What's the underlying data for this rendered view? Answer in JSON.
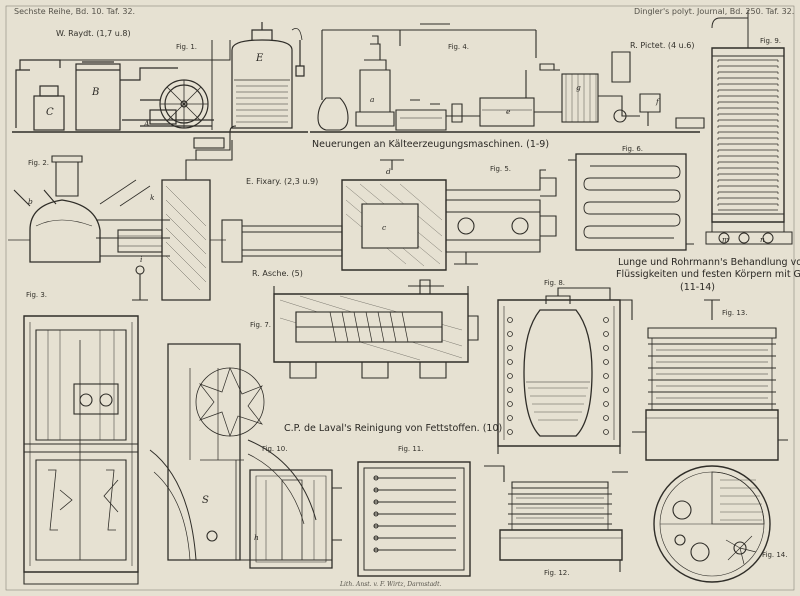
{
  "header": {
    "left": "Sechste Reihe, Bd. 10. Taf. 32.",
    "right": "Dingler's polyt. Journal, Bd. 250. Taf. 32."
  },
  "titles": {
    "main": "Neuerungen an Kälteerzeugungsmaschinen. (1-9)",
    "lunge_line1": "Lunge und Rohrmann's Behandlung von",
    "lunge_line2": "Flüssigkeiten und festen Körpern mit Gasen.",
    "lunge_range": "(11-14)",
    "laval": "C.P. de Laval's Reinigung von Fettstoffen. (10)"
  },
  "authors": {
    "raydt": "W. Raydt. (1,7 u.8)",
    "pictet": "R. Pictet. (4 u.6)",
    "fixary": "E. Fixary. (2,3 u.9)",
    "asche": "R. Asche. (5)"
  },
  "figures": {
    "fig1": "Fig. 1.",
    "fig2": "Fig. 2.",
    "fig3": "Fig. 3.",
    "fig4": "Fig. 4.",
    "fig5": "Fig. 5.",
    "fig6": "Fig. 6.",
    "fig7": "Fig. 7.",
    "fig8": "Fig. 8.",
    "fig9": "Fig. 9.",
    "fig10": "Fig. 10.",
    "fig11": "Fig. 11.",
    "fig12": "Fig. 12.",
    "fig13": "Fig. 13.",
    "fig14": "Fig. 14."
  },
  "letters": {
    "b": "b",
    "C": "C",
    "B": "B",
    "A": "A",
    "E": "E",
    "a": "a",
    "c": "c",
    "d": "d",
    "e": "e",
    "f": "f",
    "g": "g",
    "k": "k",
    "i": "i",
    "m": "m",
    "n": "n",
    "S": "S",
    "h": "h"
  },
  "imprint": "Lith. Anst. v. F. Wirtz, Darmstadt."
}
